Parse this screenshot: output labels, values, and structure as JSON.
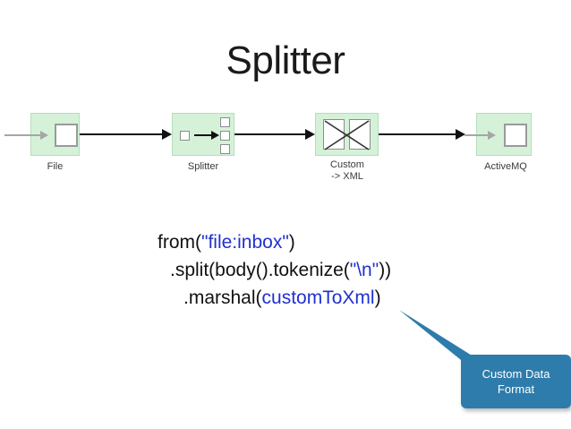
{
  "slide": {
    "title": "Splitter"
  },
  "diagram": {
    "nodes": [
      {
        "id": "file",
        "label": "File",
        "icon": "endpoint-icon"
      },
      {
        "id": "splitter",
        "label": "Splitter",
        "icon": "splitter-icon"
      },
      {
        "id": "custom",
        "label": "Custom\n-> XML",
        "icon": "message-translator-icon"
      },
      {
        "id": "activemq",
        "label": "ActiveMQ",
        "icon": "endpoint-icon"
      }
    ],
    "connectors": [
      {
        "from": "file",
        "to": "splitter"
      },
      {
        "from": "splitter",
        "to": "custom"
      },
      {
        "from": "custom",
        "to": "activemq"
      }
    ],
    "colors": {
      "node_fill": "#d5f2d8",
      "node_border": "#b7ddbb",
      "connector": "#111111",
      "label": "#3a3a3a"
    }
  },
  "code": {
    "lines": [
      {
        "indent": 1,
        "parts": [
          {
            "text": "from(",
            "style": "plain"
          },
          {
            "text": "\"file:inbox\"",
            "style": "blue"
          },
          {
            "text": ")",
            "style": "plain"
          }
        ]
      },
      {
        "indent": 2,
        "parts": [
          {
            "text": ".split(body().tokenize(",
            "style": "plain"
          },
          {
            "text": "\"\\n\"",
            "style": "blue"
          },
          {
            "text": "))",
            "style": "plain"
          }
        ]
      },
      {
        "indent": 3,
        "parts": [
          {
            "text": ".marshal(",
            "style": "plain"
          },
          {
            "text": "customToXml",
            "style": "blue"
          },
          {
            "text": ")",
            "style": "plain"
          }
        ]
      }
    ],
    "colors": {
      "text": "#111111",
      "highlight": "#2030d0"
    }
  },
  "callout": {
    "text": "Custom Data\nFormat",
    "color": "#2e7cab",
    "text_color": "#ffffff",
    "points_at": "customToXml"
  }
}
